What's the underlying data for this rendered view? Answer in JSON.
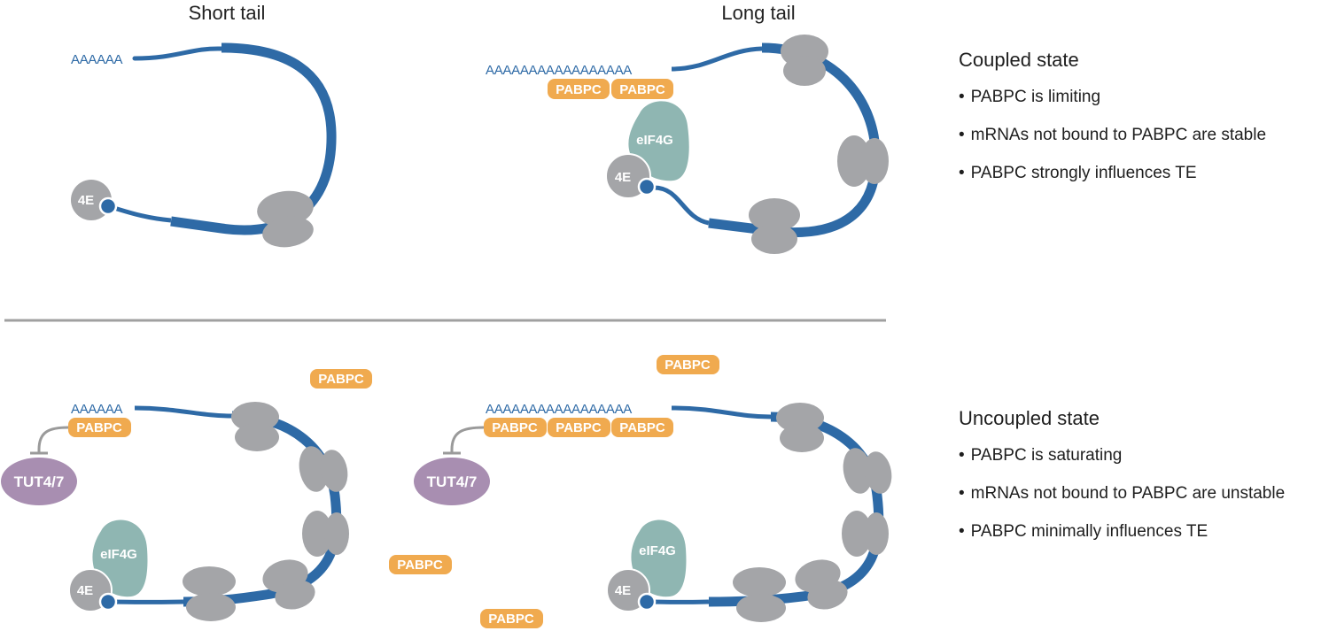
{
  "panels": {
    "short_tail_title": "Short tail",
    "long_tail_title": "Long tail"
  },
  "labels": {
    "poly_a_short": "AAAAAA",
    "poly_a_long": "AAAAAAAAAAAAAAAAA",
    "pabpc": "PABPC",
    "eif4g": "eIF4G",
    "cap": "4E",
    "tut": "TUT4/7"
  },
  "coupled": {
    "title": "Coupled state",
    "bullets": [
      "PABPC is limiting",
      "mRNAs not bound to PABPC are stable",
      "PABPC strongly influences TE"
    ]
  },
  "uncoupled": {
    "title": "Uncoupled state",
    "bullets": [
      "PABPC is saturating",
      "mRNAs not bound to PABPC are unstable",
      "PABPC minimally influences TE"
    ]
  },
  "colors": {
    "mrna": "#2e6aa6",
    "pabpc": "#f0aa4f",
    "ribosome": "#a4a5a8",
    "eif4g": "#8fb6b2",
    "cap": "#a4a5a8",
    "tut": "#a88eb1",
    "divider": "#a0a0a0"
  }
}
